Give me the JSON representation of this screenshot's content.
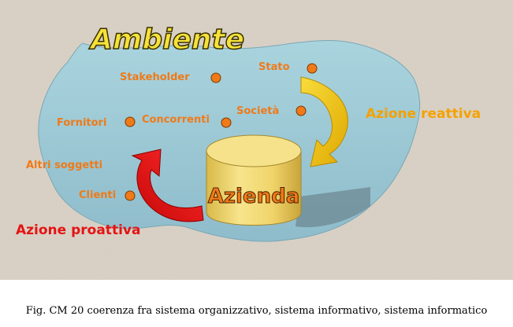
{
  "diagram": {
    "title": "Ambiente",
    "nodes": [
      {
        "id": "stakeholder",
        "label": "Stakeholder"
      },
      {
        "id": "stato",
        "label": "Stato"
      },
      {
        "id": "fornitori",
        "label": "Fornitori"
      },
      {
        "id": "concorrenti",
        "label": "Concorrenti"
      },
      {
        "id": "societa",
        "label": "Società"
      },
      {
        "id": "altri",
        "label": "Altri soggetti"
      },
      {
        "id": "clienti",
        "label": "Clienti"
      }
    ],
    "center": {
      "label": "Azienda"
    },
    "actions": {
      "reactive": "Azione reattiva",
      "proactive": "Azione proattiva"
    },
    "colors": {
      "label": "#f07a18",
      "dot": "#f07a18",
      "title_fill": "#f5e23a",
      "blob": "#9cc8d4",
      "cylinder": "#f0d870",
      "center_text": "#f07a18",
      "reactive_arrow": "#f2c800",
      "reactive_text": "#f5a100",
      "proactive_arrow": "#e41414",
      "proactive_text": "#e41414",
      "background_texture": "#d8d0c4"
    }
  },
  "caption": "Fig. CM 20 coerenza fra sistema organizzativo, sistema informativo, sistema informatico"
}
